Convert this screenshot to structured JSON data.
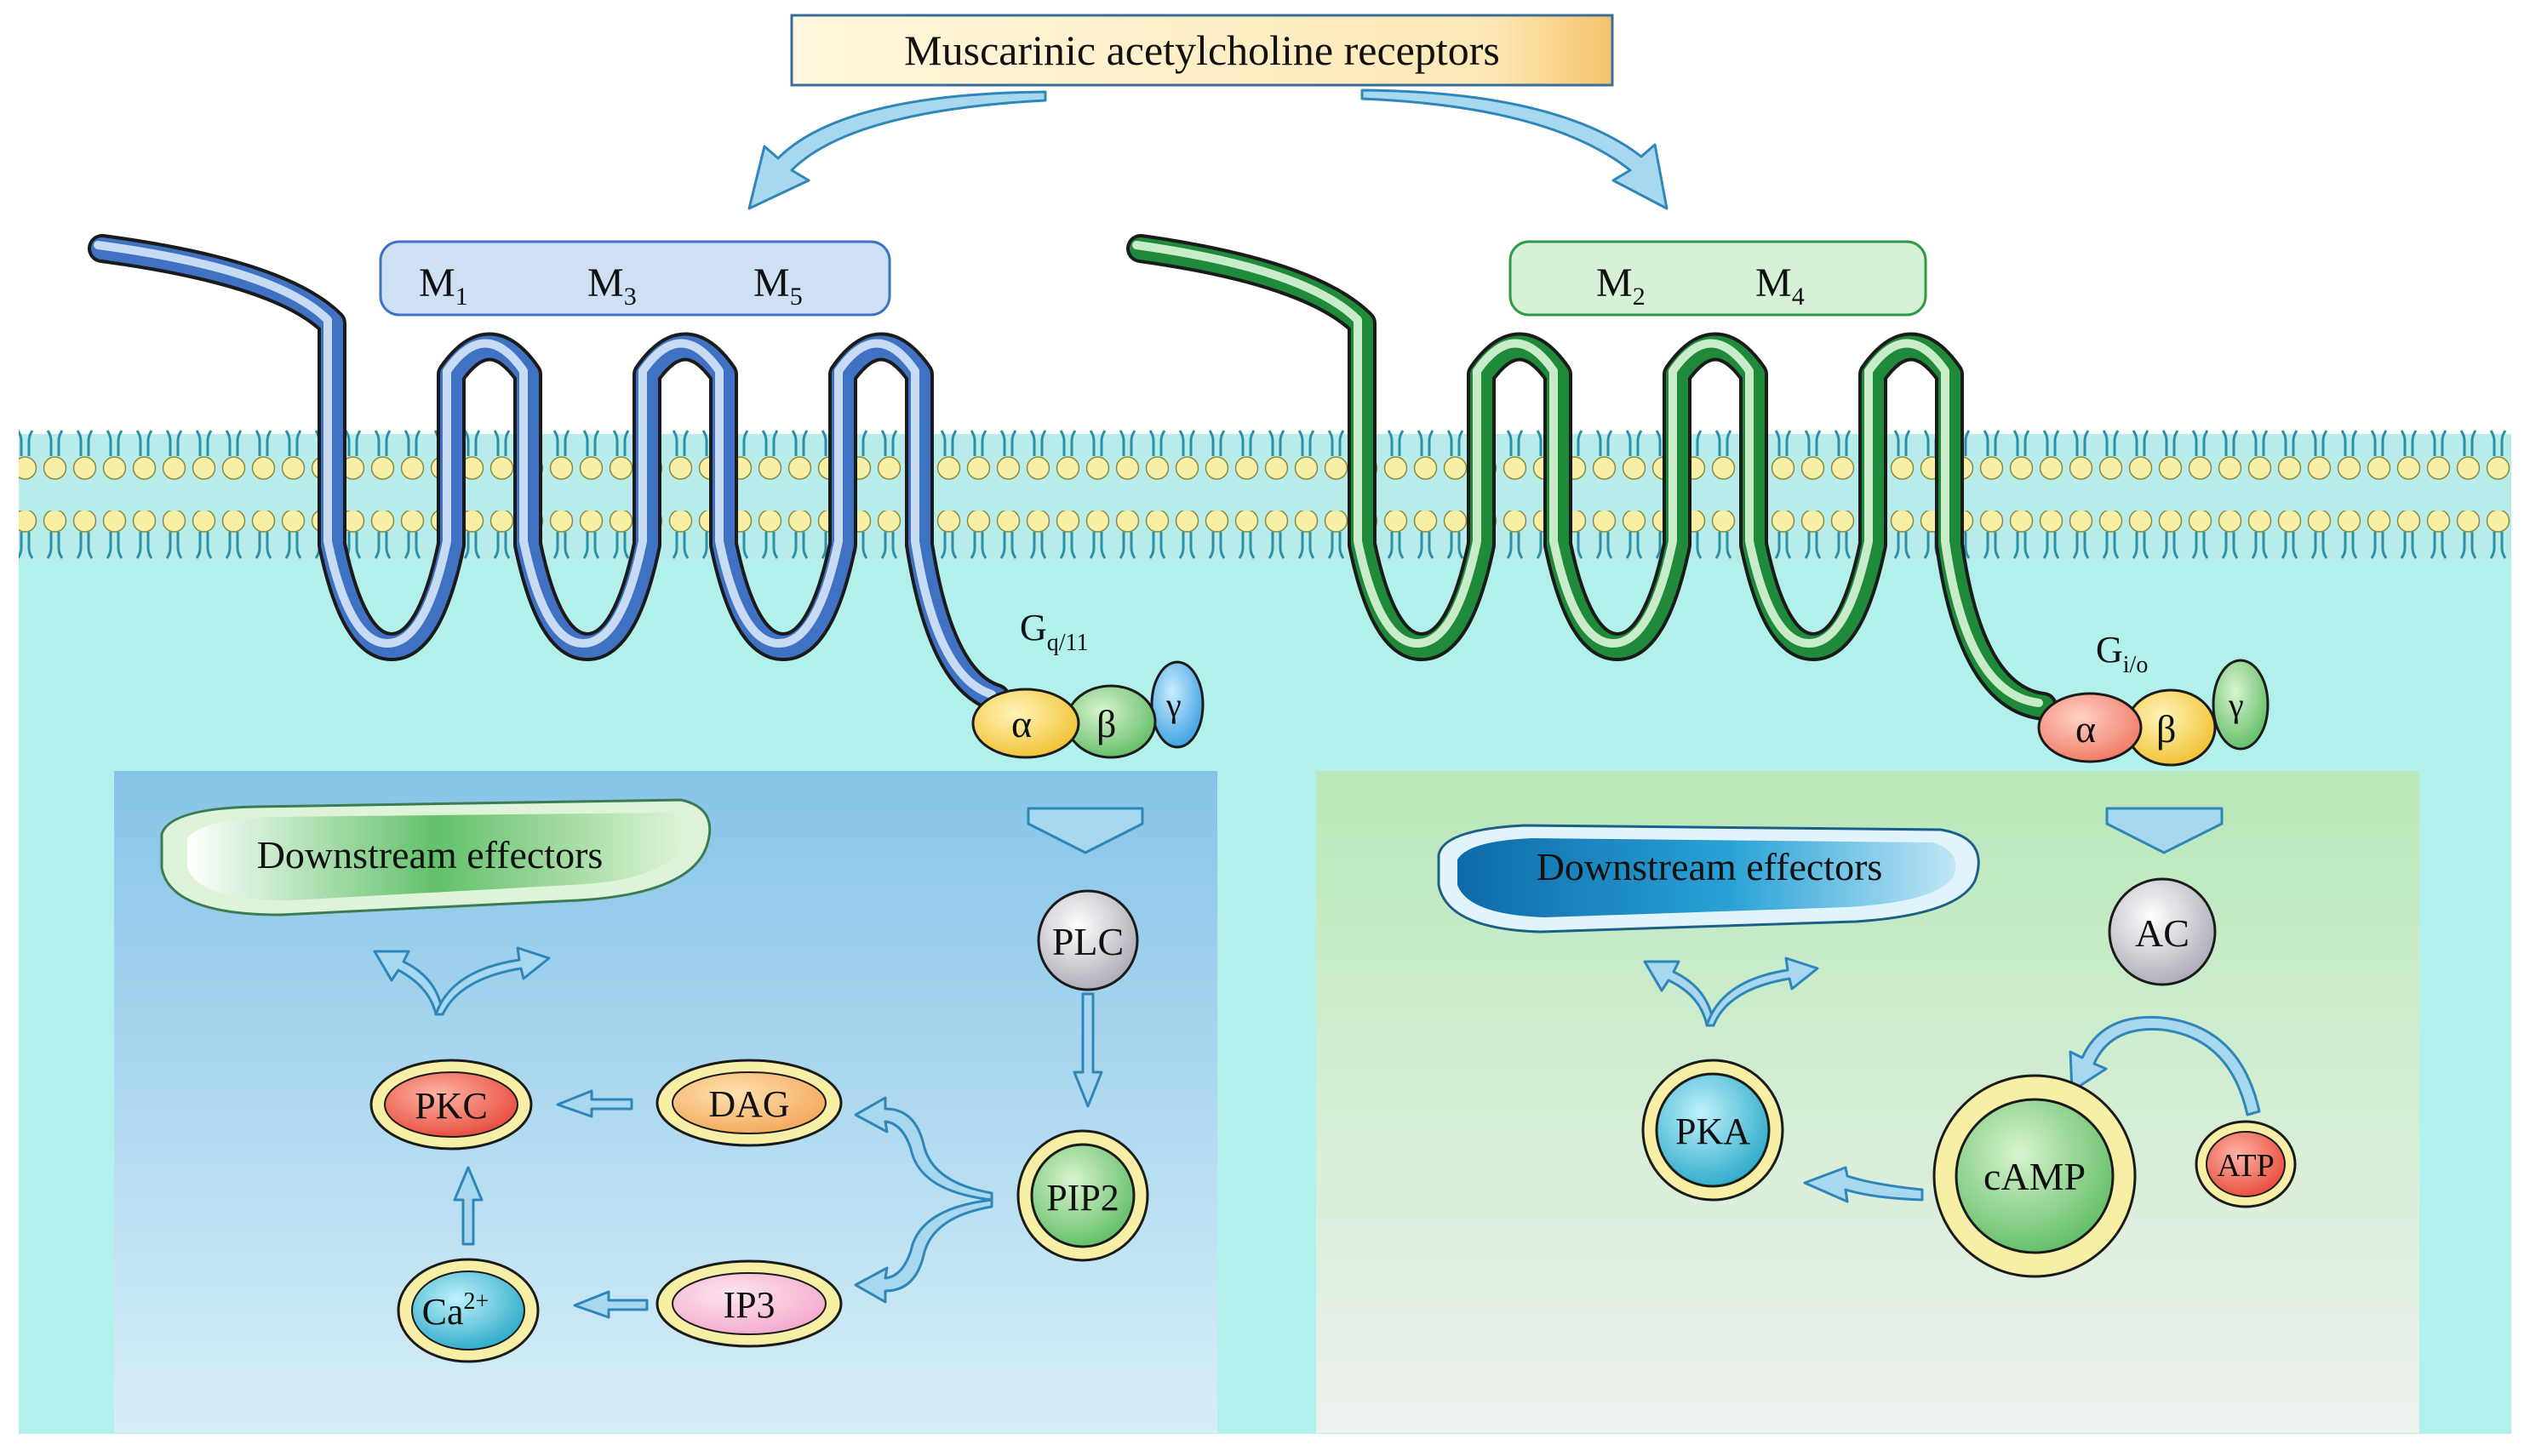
{
  "title": "Muscarinic acetylcholine receptors",
  "groups": {
    "left": {
      "subtypes": [
        {
          "base": "M",
          "sub": "1"
        },
        {
          "base": "M",
          "sub": "3"
        },
        {
          "base": "M",
          "sub": "5"
        }
      ],
      "g_protein": {
        "base": "G",
        "sub": "q/11",
        "subunits": [
          "α",
          "β",
          "γ"
        ]
      },
      "downstream": "Downstream effectors",
      "nodes": {
        "plc": "PLC",
        "pip2": "PIP2",
        "dag": "DAG",
        "ip3": "IP3",
        "pkc": "PKC",
        "ca": "Ca",
        "ca_sup": "2+"
      }
    },
    "right": {
      "subtypes": [
        {
          "base": "M",
          "sub": "2"
        },
        {
          "base": "M",
          "sub": "4"
        }
      ],
      "g_protein": {
        "base": "G",
        "sub": "i/o",
        "subunits": [
          "α",
          "β",
          "γ"
        ]
      },
      "downstream": "Downstream effectors",
      "nodes": {
        "ac": "AC",
        "atp": "ATP",
        "camp": "cAMP",
        "pka": "PKA"
      }
    }
  },
  "colors": {
    "cytoplasm": "#b2f0ec",
    "membrane_head": "#f7efa6",
    "membrane_tail": "#2d8fa5",
    "blue_receptor": "#3f72c2",
    "green_receptor": "#1f8a3a",
    "arrow_fill": "#a8d8f0",
    "arrow_stroke": "#2f86b8"
  }
}
